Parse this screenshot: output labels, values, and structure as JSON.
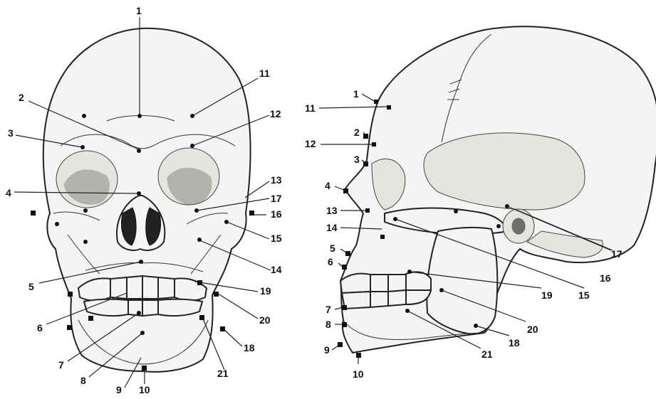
{
  "labels": {
    "front": [
      "1",
      "2",
      "3",
      "4",
      "5",
      "6",
      "7",
      "8",
      "9",
      "10",
      "11",
      "12",
      "13",
      "14",
      "15",
      "16",
      "17",
      "18",
      "19",
      "20",
      "21"
    ],
    "side": [
      "1",
      "2",
      "3",
      "4",
      "5",
      "6",
      "7",
      "8",
      "9",
      "10",
      "11",
      "12",
      "13",
      "14",
      "15",
      "16",
      "17",
      "18",
      "19",
      "20",
      "21"
    ]
  }
}
